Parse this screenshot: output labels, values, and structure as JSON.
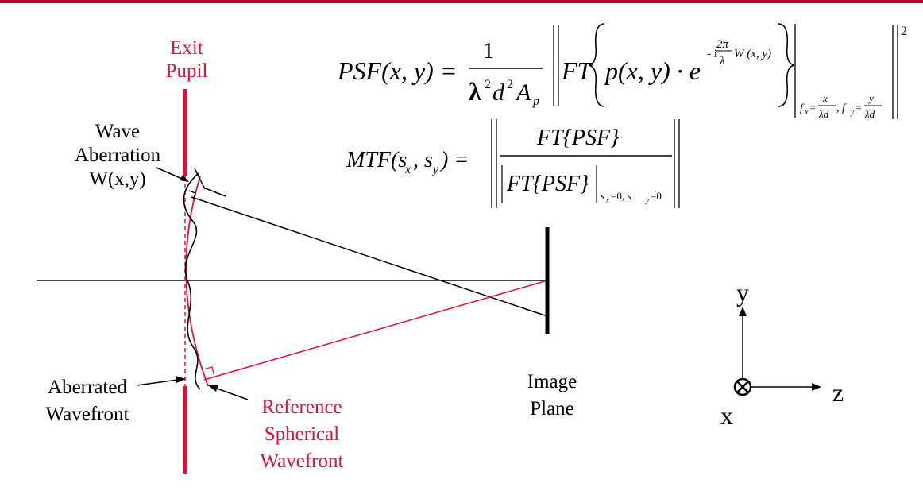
{
  "colors": {
    "accent_red": "#e0103a",
    "line_black": "#000000",
    "background": "#ffffff"
  },
  "labels": {
    "exit_pupil": [
      "Exit",
      "Pupil"
    ],
    "wave_aberration": [
      "Wave",
      "Aberration",
      "W(x,y)"
    ],
    "aberrated_wavefront": [
      "Aberrated",
      "Wavefront"
    ],
    "reference_wavefront": [
      "Reference",
      "Spherical",
      "Wavefront"
    ],
    "image_plane": [
      "Image",
      "Plane"
    ]
  },
  "axes": {
    "y": "y",
    "z": "z",
    "x": "x"
  },
  "equations": {
    "psf": {
      "lhs": "PSF(x, y) =",
      "numerator": "1",
      "den_lambda": "λ",
      "den_lambda_exp": "2",
      "den_d": "d",
      "den_d_exp": "2",
      "den_A": "A",
      "den_A_sub": "p",
      "ft": "FT",
      "arg": "p(x, y) · e",
      "exp_sign": "- i",
      "exp_num": "2π",
      "exp_den": "λ",
      "exp_w": "W (x, y)",
      "eval_sub": "f",
      "eval_sub_x": "x",
      "eval_eq": "=",
      "eval_x": "x",
      "eval_lambda_d": "λd",
      "eval_sep": ", f",
      "eval_sub_y": "y",
      "eval_y": "y",
      "power": "2"
    },
    "mtf": {
      "lhs": "MTF(s",
      "lhs_sub_x": "x",
      "lhs_mid": ", s",
      "lhs_sub_y": "y",
      "lhs_end": ") =",
      "numerator": "FT{PSF}",
      "denominator": "FT{PSF}",
      "eval": "s",
      "eval_x": "x",
      "eval_mid": "=0, s",
      "eval_y": "y",
      "eval_end": "=0"
    }
  }
}
